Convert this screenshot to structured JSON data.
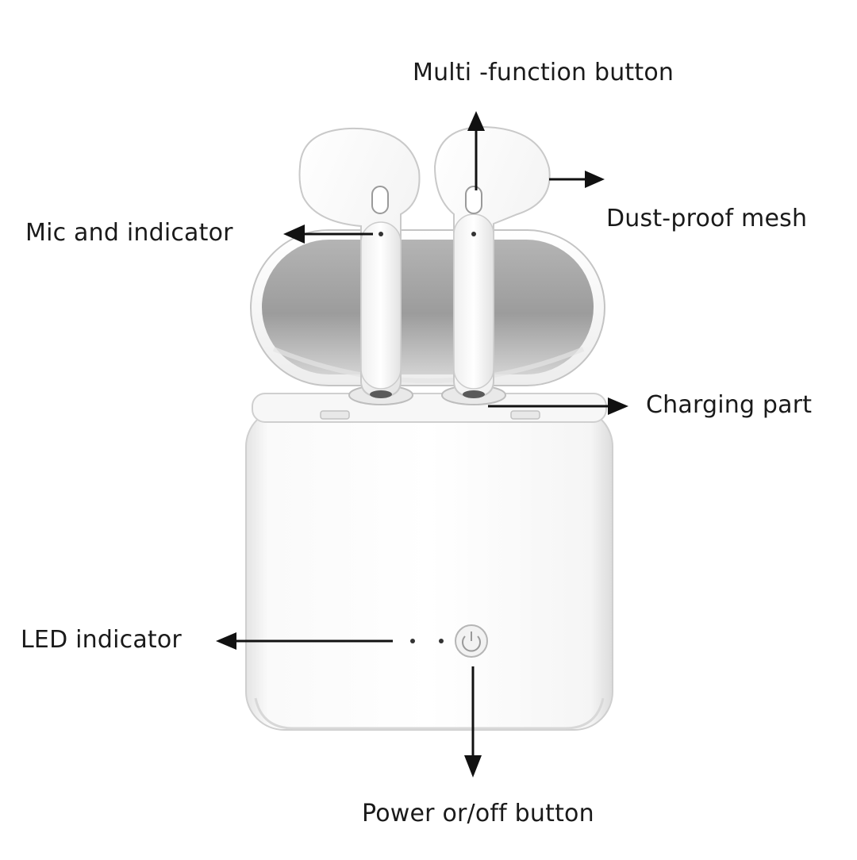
{
  "labels": {
    "multi_function": "Multi -function button",
    "dust_proof": "Dust-proof mesh",
    "mic_indicator": "Mic and indicator",
    "charging_part": "Charging part",
    "led_indicator": "LED indicator",
    "power_button": "Power or/off button"
  },
  "colors": {
    "text": "#1a1a1a",
    "arrow": "#111111",
    "shell": "#f6f6f6",
    "outline": "#c8c8c8",
    "cavity_dark": "#a9a9a9",
    "cavity_light": "#e6e6e6"
  },
  "icons": {
    "power": "power-icon"
  }
}
